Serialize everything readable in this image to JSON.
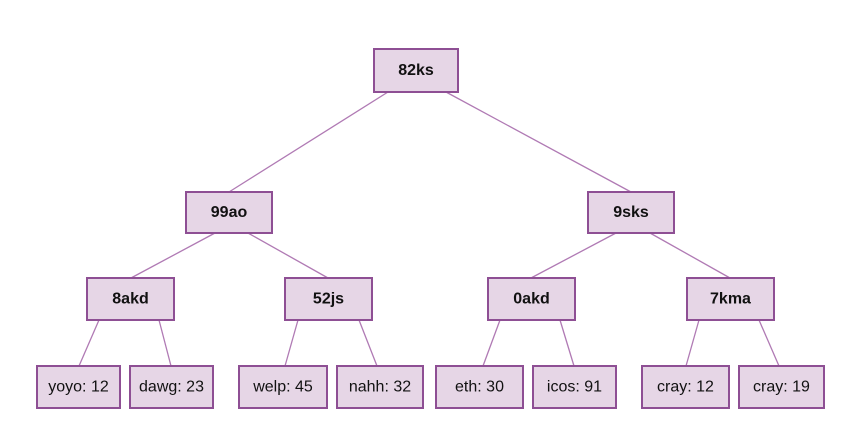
{
  "tree": {
    "root": "82ks",
    "level1": [
      "99ao",
      "9sks"
    ],
    "level2": [
      "8akd",
      "52js",
      "0akd",
      "7kma"
    ],
    "leaves": [
      "yoyo: 12",
      "dawg: 23",
      "welp: 45",
      "nahh: 32",
      "eth: 30",
      "icos: 91",
      "cray: 12",
      "cray: 19"
    ]
  },
  "colors": {
    "node_fill": "#e6d6e6",
    "node_border": "#8e4f94",
    "edge": "#b07ab4"
  }
}
